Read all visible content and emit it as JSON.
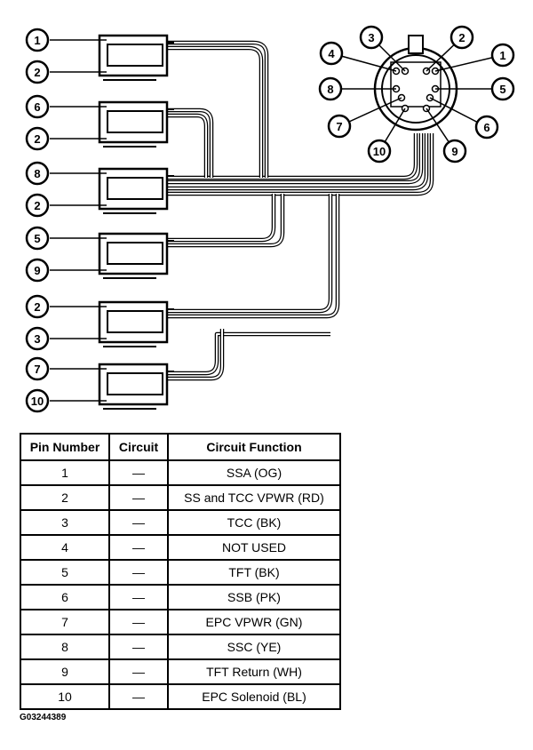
{
  "diagram": {
    "connectors": [
      {
        "pins": [
          "1",
          "2"
        ]
      },
      {
        "pins": [
          "6",
          "2"
        ]
      },
      {
        "pins": [
          "8",
          "2"
        ]
      },
      {
        "pins": [
          "5",
          "9"
        ]
      },
      {
        "pins": [
          "2",
          "3"
        ]
      },
      {
        "pins": [
          "7",
          "10"
        ]
      }
    ],
    "main_connector_pins": [
      "1",
      "2",
      "3",
      "4",
      "5",
      "6",
      "7",
      "8",
      "9",
      "10"
    ]
  },
  "table": {
    "headers": [
      "Pin Number",
      "Circuit",
      "Circuit Function"
    ],
    "rows": [
      {
        "pin": "1",
        "circuit": "—",
        "function": "SSA (OG)"
      },
      {
        "pin": "2",
        "circuit": "—",
        "function": "SS and TCC VPWR (RD)"
      },
      {
        "pin": "3",
        "circuit": "—",
        "function": "TCC (BK)"
      },
      {
        "pin": "4",
        "circuit": "—",
        "function": "NOT USED"
      },
      {
        "pin": "5",
        "circuit": "—",
        "function": "TFT (BK)"
      },
      {
        "pin": "6",
        "circuit": "—",
        "function": "SSB (PK)"
      },
      {
        "pin": "7",
        "circuit": "—",
        "function": "EPC VPWR (GN)"
      },
      {
        "pin": "8",
        "circuit": "—",
        "function": "SSC (YE)"
      },
      {
        "pin": "9",
        "circuit": "—",
        "function": "TFT Return (WH)"
      },
      {
        "pin": "10",
        "circuit": "—",
        "function": "EPC Solenoid (BL)"
      }
    ]
  },
  "figure_id": "G03244389"
}
